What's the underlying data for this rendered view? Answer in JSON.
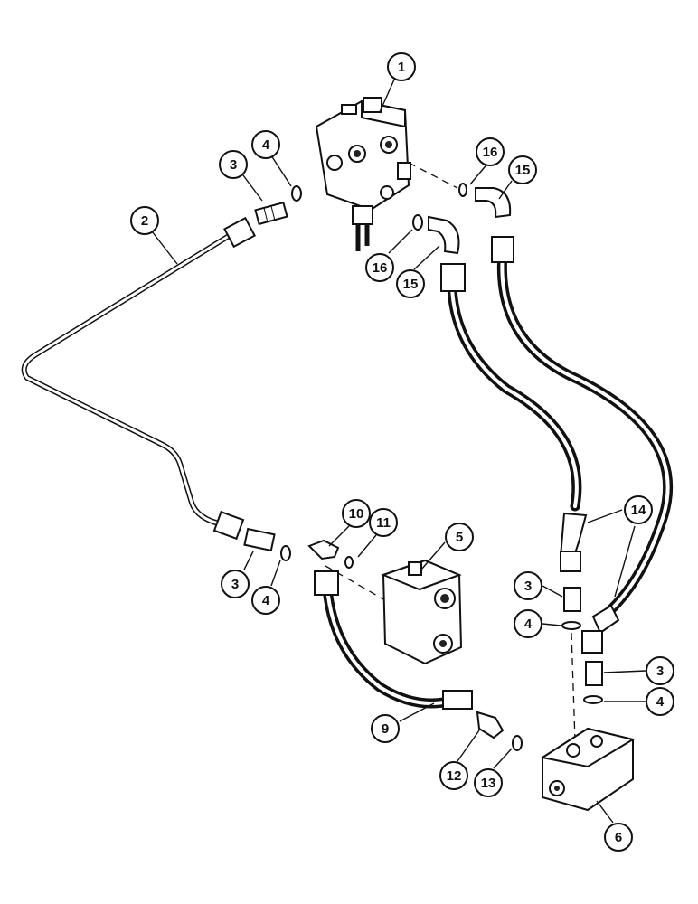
{
  "callouts": [
    {
      "id": "c1",
      "label": "1"
    },
    {
      "id": "c2",
      "label": "2"
    },
    {
      "id": "c3a",
      "label": "3"
    },
    {
      "id": "c4a",
      "label": "4"
    },
    {
      "id": "c16a",
      "label": "16"
    },
    {
      "id": "c15a",
      "label": "15"
    },
    {
      "id": "c16b",
      "label": "16"
    },
    {
      "id": "c15b",
      "label": "15"
    },
    {
      "id": "c10",
      "label": "10"
    },
    {
      "id": "c11",
      "label": "11"
    },
    {
      "id": "c5",
      "label": "5"
    },
    {
      "id": "c3b",
      "label": "3"
    },
    {
      "id": "c4b",
      "label": "4"
    },
    {
      "id": "c14",
      "label": "14"
    },
    {
      "id": "c3c",
      "label": "3"
    },
    {
      "id": "c4c",
      "label": "4"
    },
    {
      "id": "c3d",
      "label": "3"
    },
    {
      "id": "c4d",
      "label": "4"
    },
    {
      "id": "c9",
      "label": "9"
    },
    {
      "id": "c12",
      "label": "12"
    },
    {
      "id": "c13",
      "label": "13"
    },
    {
      "id": "c6",
      "label": "6"
    }
  ]
}
